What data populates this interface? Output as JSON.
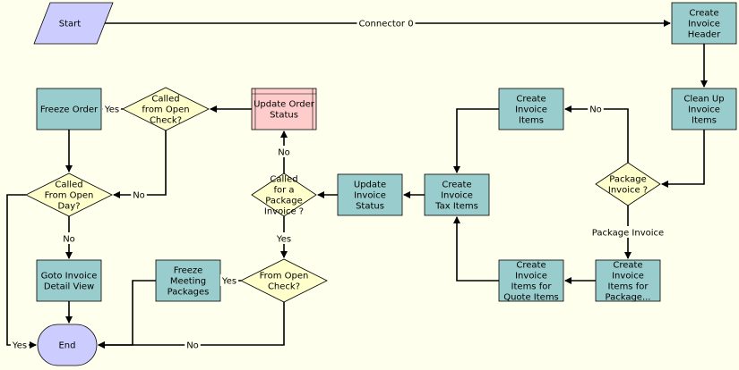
{
  "colors": {
    "background": "#ffffee",
    "process": "#99cccc",
    "decision": "#ffffcc",
    "terminator": "#ccccff",
    "subprocess": "#ffcccc",
    "stroke": "#000000"
  },
  "nodes": {
    "start": {
      "label": "Start",
      "shape": "parallelogram"
    },
    "create_invoice_header": {
      "label": "Create Invoice Header",
      "shape": "process"
    },
    "clean_up_invoice_items": {
      "label": "Clean Up Invoice Items",
      "shape": "process"
    },
    "package_invoice_decision": {
      "label": "Package Invoice ?",
      "shape": "decision"
    },
    "create_invoice_items": {
      "label": "Create Invoice Items",
      "shape": "process"
    },
    "create_invoice_items_package": {
      "label": "Create Invoice Items for Package...",
      "shape": "process"
    },
    "create_invoice_items_quote": {
      "label": "Create Invoice Items for Quote Items",
      "shape": "process"
    },
    "create_invoice_tax_items": {
      "label": "Create Invoice Tax Items",
      "shape": "process"
    },
    "update_invoice_status": {
      "label": "Update Invoice Status",
      "shape": "process"
    },
    "called_for_package_invoice": {
      "label": "Called for a Package Invoice ?",
      "shape": "decision"
    },
    "update_order_status": {
      "label": "Update Order Status",
      "shape": "subprocess"
    },
    "called_from_open_check_top": {
      "label": "Called from Open Check?",
      "shape": "decision"
    },
    "freeze_order": {
      "label": "Freeze Order",
      "shape": "process"
    },
    "called_from_open_day": {
      "label": "Called From Open Day?",
      "shape": "decision"
    },
    "goto_invoice_detail_view": {
      "label": "Goto Invoice Detail View",
      "shape": "process"
    },
    "from_open_check": {
      "label": "From Open Check?",
      "shape": "decision"
    },
    "freeze_meeting_packages": {
      "label": "Freeze Meeting Packages",
      "shape": "process"
    },
    "end": {
      "label": "End",
      "shape": "terminator"
    }
  },
  "edge_labels": {
    "connector_0": "Connector 0",
    "package_no": "No",
    "package_invoice": "Package Invoice",
    "called_pkg_no": "No",
    "called_pkg_yes": "Yes",
    "open_check_top_yes": "Yes",
    "open_check_top_no": "No",
    "open_day_no": "No",
    "open_day_yes": "Yes",
    "from_open_check_yes": "Yes",
    "from_open_check_no": "No"
  }
}
